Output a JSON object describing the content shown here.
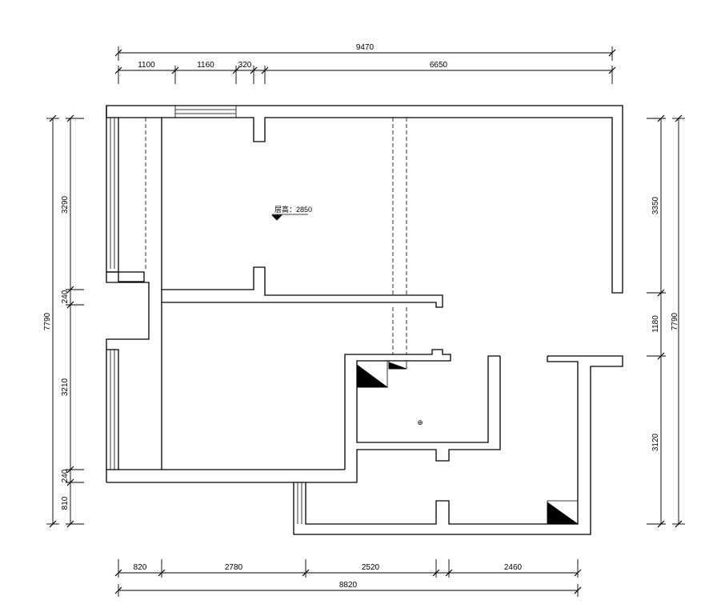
{
  "top_dimensions": {
    "overall": "9470",
    "segments": [
      "1100",
      "1160",
      "320",
      "6650"
    ]
  },
  "bottom_dimensions": {
    "overall": "8820",
    "segments": [
      "820",
      "2780",
      "2520",
      "2460"
    ]
  },
  "left_dimensions": {
    "overall": "7790",
    "segments": [
      "3290",
      "240",
      "3210",
      "240",
      "810"
    ]
  },
  "right_dimensions": {
    "overall": "7790",
    "segments": [
      "3350",
      "1180",
      "3120"
    ]
  },
  "annotations": {
    "floor_height": "层高：2850",
    "fixture_symbol": "⊕"
  }
}
